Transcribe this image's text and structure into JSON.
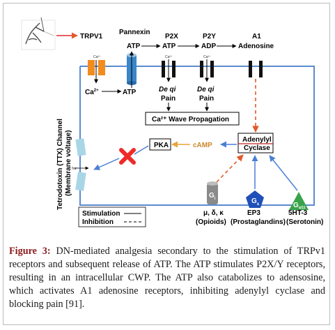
{
  "diagram": {
    "receptors": {
      "trpv1": "TRPV1",
      "pannexin": "Pannexin",
      "p2x": "P2X",
      "p2y": "P2Y",
      "a1": "A1"
    },
    "molecules": {
      "pannexin_atp": "ATP",
      "p2x_atp": "ATP",
      "p2y_adp": "ADP",
      "a1_adenosine": "Adenosine",
      "ca_in": "Ca",
      "ca_sup": "2+",
      "atp_out": "ATP",
      "ca_channel_small": "Ca²⁺",
      "p2x_ca_small": "Ca²⁺",
      "p2y_ca_small": "Ca²⁺"
    },
    "pain_labels": {
      "p2x_deqi": "De qi",
      "p2x_pain": "Pain",
      "p2y_deqi": "De qi",
      "p2y_pain": "Pain"
    },
    "ca_wave": "Ca²⁺ Wave Propagation",
    "pka": "PKA",
    "camp": "cAMP",
    "adenylyl_cyclase_line1": "Adenylyl",
    "adenylyl_cyclase_line2": "Cyclase",
    "ttx_channel_line1": "Tetrodotoxin (TTX) Channel",
    "ttx_channel_line2": "(Membrane voltage)",
    "na_small": "Na⁺",
    "gprotein_gi": "G",
    "gprotein_gi_sub": "i",
    "gprotein_gs": "G",
    "gprotein_gs_sub": "s",
    "gprotein_gq": "G",
    "gprotein_gq_sub": "q/11",
    "ligands": {
      "opioid_types": "μ, δ, κ",
      "opioids": "(Opioids)",
      "ep3": "EP3",
      "prostaglandins": "(Prostaglandins)",
      "ht3": "5HT-3",
      "serotonin": "(Serotonin)"
    },
    "legend": {
      "stimulation": "Stimulation",
      "inhibition": "Inhibition"
    },
    "colors": {
      "membrane": "#5b8bd0",
      "stimulation_arrow": "#4a7fd4",
      "inhibition_arrow": "#e25a2a",
      "block_x": "#ee2a2a",
      "trpv1_channel": "#f28c1e",
      "pannexin_channel": "#3a86c8",
      "gq_triangle": "#3aa34a",
      "gs_pentagon": "#1f4fb8",
      "ttx_channel": "#a9d6e6"
    }
  },
  "caption": {
    "label": "Figure 3:",
    "text": "DN-mediated analgesia secondary to the stimulation of TRPv1 receptors and subsequent release of ATP. The ATP stimulates P2X/Y receptors, resulting in an intracellular CWP. The ATP also catabolizes to adensosine, which activates A1 adenosine receptors, inhibiting adenylyl cyclase and blocking pain [91]."
  }
}
